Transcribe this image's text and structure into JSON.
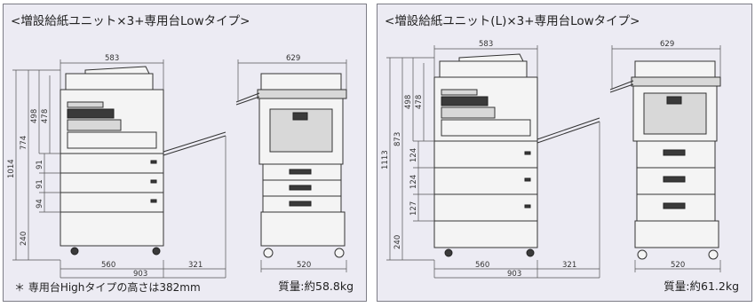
{
  "left": {
    "title": "<増設給紙ユニット×3+専用台Lowタイプ>",
    "dims": {
      "top_width": "583",
      "side_width": "629",
      "h_total": "1014",
      "h_main": "774",
      "h_upper": "498",
      "h_scanner": "478",
      "tray1": "91",
      "tray2": "91",
      "tray3": "94",
      "stand": "240",
      "base_width": "560",
      "overall_width": "903",
      "tray_ext": "321",
      "side_depth": "520"
    },
    "note": "＊ 専用台Highタイプの高さは382mm",
    "weight": "質量:約58.8kg"
  },
  "right": {
    "title": "<増設給紙ユニット(L)×3+専用台Lowタイプ>",
    "dims": {
      "top_width": "583",
      "side_width": "629",
      "h_total": "1113",
      "h_main": "873",
      "h_upper": "498",
      "h_scanner": "478",
      "tray1": "124",
      "tray2": "124",
      "tray3": "127",
      "stand": "240",
      "base_width": "560",
      "overall_width": "903",
      "tray_ext": "321",
      "side_depth": "520"
    },
    "weight": "質量:約61.2kg"
  }
}
